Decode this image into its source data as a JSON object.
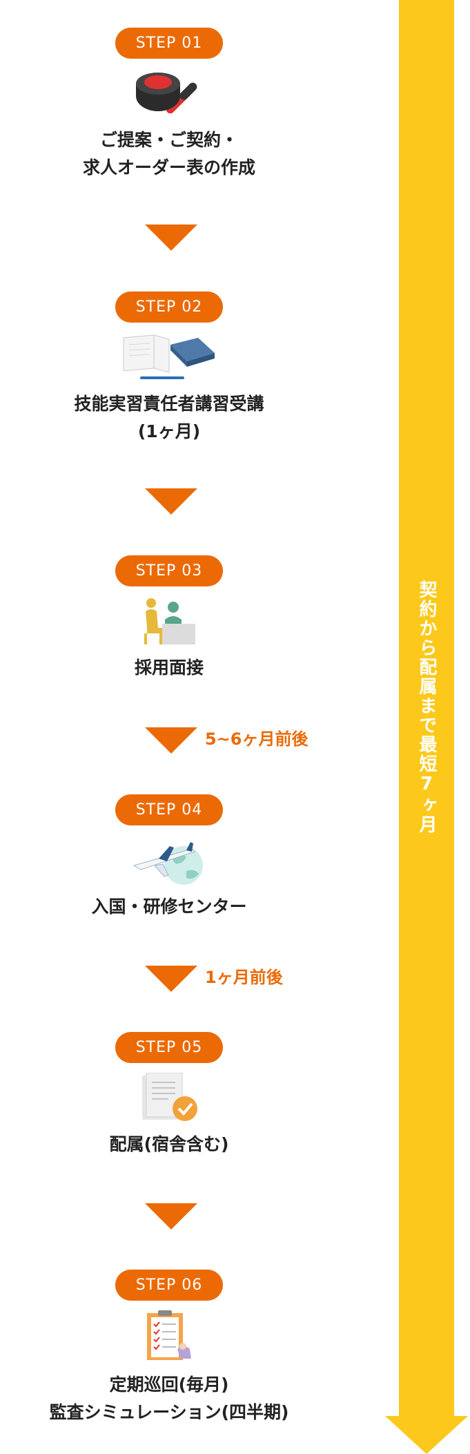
{
  "steps": [
    {
      "badge": "STEP 01",
      "title_lines": [
        "ご提案・ご契約・",
        "求人オーダー表の作成"
      ],
      "icon": "stamp-icon"
    },
    {
      "badge": "STEP 02",
      "title_lines": [
        "技能実習責任者講習受講",
        "(1ヶ月)"
      ],
      "icon": "books-icon"
    },
    {
      "badge": "STEP 03",
      "title_lines": [
        "採用面接"
      ],
      "icon": "interview-icon"
    },
    {
      "badge": "STEP 04",
      "title_lines": [
        "入国・研修センター"
      ],
      "icon": "airplane-globe-icon"
    },
    {
      "badge": "STEP 05",
      "title_lines": [
        "配属(宿舎含む)"
      ],
      "icon": "document-check-icon"
    },
    {
      "badge": "STEP 06",
      "title_lines": [
        "定期巡回(毎月)",
        "監査シミュレーション(四半期)"
      ],
      "icon": "checklist-icon"
    }
  ],
  "arrows": [
    {
      "note": ""
    },
    {
      "note": ""
    },
    {
      "note": "5~6ヶ月前後"
    },
    {
      "note": "1ヶ月前後"
    },
    {
      "note": ""
    }
  ],
  "timeline": {
    "label": "契約から配属まで最短7ヶ月"
  },
  "colors": {
    "accent": "#eb6a06",
    "timeline": "#fcc81b"
  }
}
